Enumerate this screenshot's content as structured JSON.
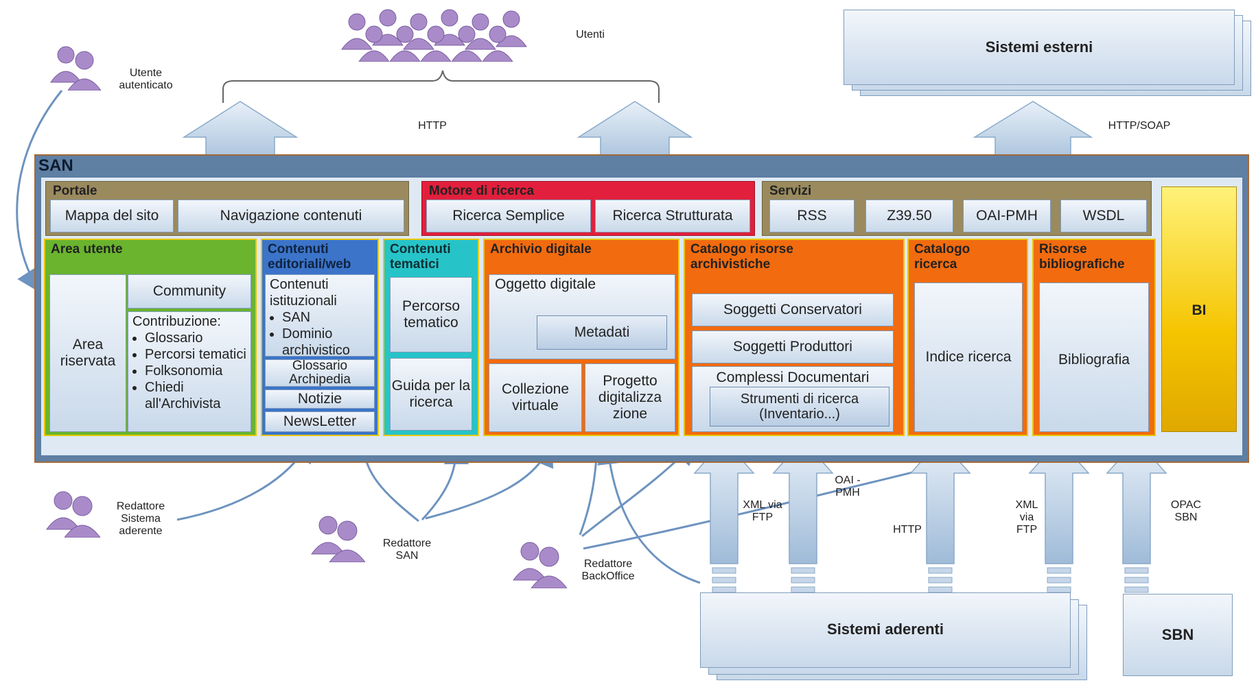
{
  "top": {
    "utenti": "Utenti",
    "utente_autenticato": "Utente autenticato",
    "http": "HTTP",
    "http_soap": "HTTP/SOAP",
    "sistemi_esterni": "Sistemi esterni"
  },
  "san": {
    "title": "SAN",
    "portale": {
      "title": "Portale",
      "items": [
        "Mappa del sito",
        "Navigazione  contenuti"
      ]
    },
    "motore": {
      "title": "Motore di ricerca",
      "items": [
        "Ricerca Semplice",
        "Ricerca Strutturata"
      ]
    },
    "servizi": {
      "title": "Servizi",
      "items": [
        "RSS",
        "Z39.50",
        "OAI-PMH",
        "WSDL"
      ]
    },
    "bi": "BI",
    "area_utente": {
      "title": "Area utente",
      "area_riservata": "Area riservata",
      "community": "Community",
      "contribuzione": "Contribuzione:",
      "contrib_items": [
        "Glossario",
        "Percorsi tematici",
        "Folksonomia",
        "Chiedi all'Archivista"
      ]
    },
    "contenuti_editoriali": {
      "title": "Contenuti editoriali/web",
      "istituzionali": "Contenuti istituzionali",
      "ist_items": [
        "SAN",
        "Dominio archivistico"
      ],
      "glossario": "Glossario Archipedia",
      "notizie": "Notizie",
      "newsletter": "NewsLetter"
    },
    "contenuti_tematici": {
      "title": "Contenuti tematici",
      "percorso": "Percorso tematico",
      "guida": "Guida per la ricerca"
    },
    "archivio": {
      "title": "Archivio digitale",
      "oggetto": "Oggetto digitale",
      "metadati": "Metadati",
      "collezione": "Collezione virtuale",
      "progetto": "Progetto digitalizza zione"
    },
    "catalogo_risorse": {
      "title": "Catalogo risorse archivistiche",
      "conservatori": "Soggetti Conservatori",
      "produttori": "Soggetti Produttori",
      "complessi": "Complessi Documentari",
      "strumenti": "Strumenti di ricerca (Inventario...)"
    },
    "catalogo_ricerca": {
      "title": "Catalogo ricerca",
      "indice": "Indice ricerca"
    },
    "risorse_bib": {
      "title": "Risorse bibliografiche",
      "bibliografia": "Bibliografia"
    }
  },
  "bottom": {
    "redattore_sistema": "Redattore Sistema aderente",
    "redattore_san": "Redattore SAN",
    "redattore_backoffice": "Redattore BackOffice",
    "xml_ftp_1": "XML via FTP",
    "oai_pmh": "OAI - PMH",
    "http": "HTTP",
    "xml_ftp_2": "XML via FTP",
    "opac_sbn": "OPAC SBN",
    "sistemi_aderenti": "Sistemi aderenti",
    "sbn": "SBN"
  },
  "colors": {
    "portale": "#9a8a5e",
    "motore": "#e21f3c",
    "servizi": "#9a8a5e",
    "area_utente": "#6ab42e",
    "contenuti_editoriali": "#3b74c9",
    "contenuti_tematici": "#26c4c8",
    "orange": "#f26b0f",
    "bi": "#f5c400",
    "san_frame": "#5f7fa3",
    "person": "#a98bc9",
    "arrow": "#6d93bf"
  }
}
